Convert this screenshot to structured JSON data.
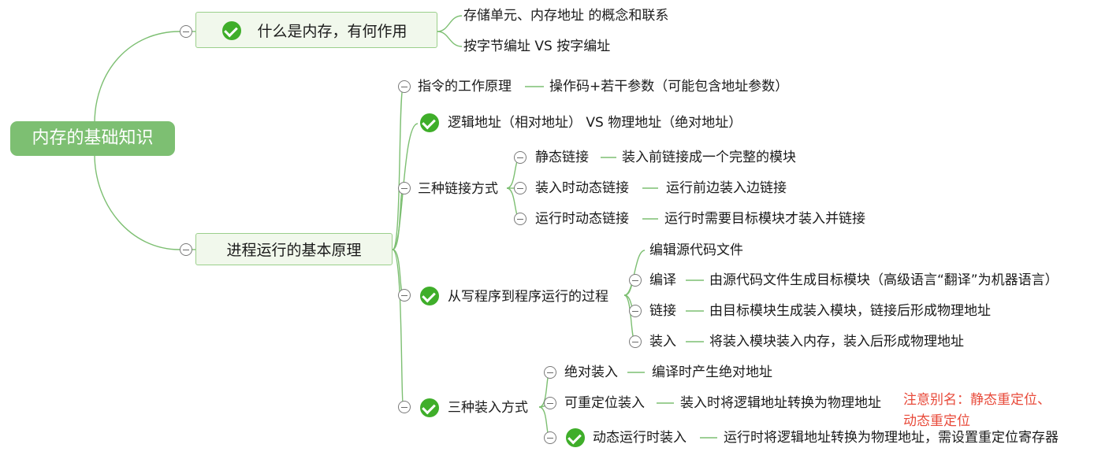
{
  "root": {
    "label": "内存的基础知识"
  },
  "branch1": {
    "label": "什么是内存，有何作用",
    "children": [
      "存储单元、内存地址 的概念和联系",
      "按字节编址 VS 按字编址"
    ]
  },
  "branch2": {
    "label": "进程运行的基本原理",
    "instr": {
      "label": "指令的工作原理",
      "detail": "操作码+若干参数（可能包含地址参数）"
    },
    "addr": {
      "label": "逻辑地址（相对地址） VS 物理地址（绝对地址）"
    },
    "link": {
      "label": "三种链接方式",
      "items": [
        {
          "label": "静态链接",
          "detail": "装入前链接成一个完整的模块"
        },
        {
          "label": "装入时动态链接",
          "detail": "运行前边装入边链接"
        },
        {
          "label": "运行时动态链接",
          "detail": "运行时需要目标模块才装入并链接"
        }
      ]
    },
    "process": {
      "label": "从写程序到程序运行的过程",
      "items": [
        {
          "label": "编辑源代码文件",
          "detail": ""
        },
        {
          "label": "编译",
          "detail": "由源代码文件生成目标模块（高级语言“翻译”为机器语言）"
        },
        {
          "label": "链接",
          "detail": "由目标模块生成装入模块，链接后形成物理地址"
        },
        {
          "label": "装入",
          "detail": "将装入模块装入内存，装入后形成物理地址"
        }
      ]
    },
    "load": {
      "label": "三种装入方式",
      "items": [
        {
          "label": "绝对装入",
          "detail": "编译时产生绝对地址"
        },
        {
          "label": "可重定位装入",
          "detail": "装入时将逻辑地址转换为物理地址"
        },
        {
          "label": "动态运行时装入",
          "detail": "运行时将逻辑地址转换为物理地址，需设置重定位寄存器"
        }
      ],
      "note_line1": "注意别名：静态重定位、",
      "note_line2": "动态重定位"
    }
  },
  "colors": {
    "line": "#7dbf72",
    "root": "#7dbf72",
    "check": "#3fae2a",
    "note": "#e84a3a"
  }
}
